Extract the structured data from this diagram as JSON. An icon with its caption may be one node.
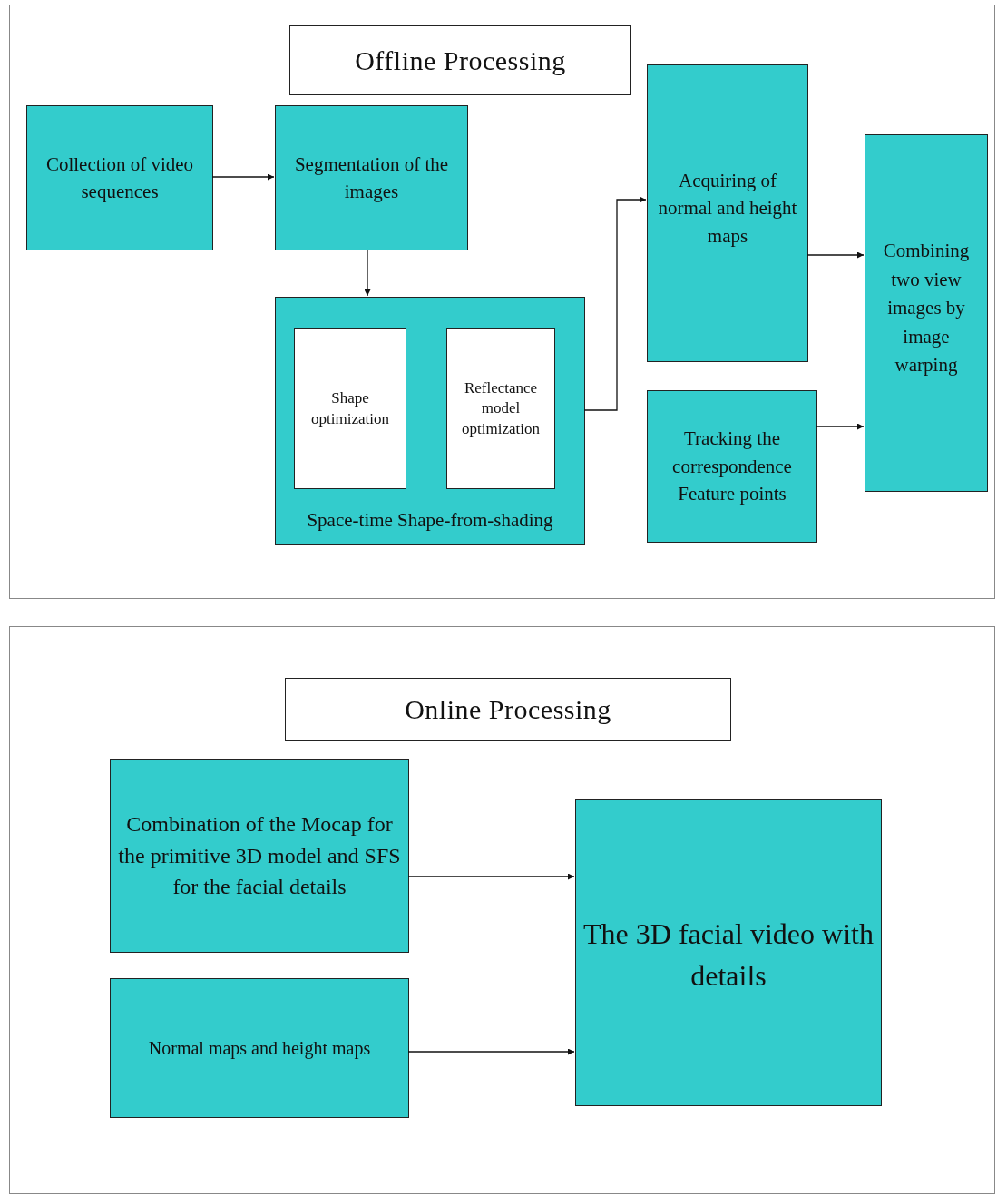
{
  "diagram": {
    "nodes": [
      {
        "text": [],
        "shape": "box"
      },
      {
        "text": [
          "Offline Processing"
        ],
        "in": 0
      },
      {
        "text": [
          "Collection of video sequences"
        ],
        "in": 0
      },
      {
        "text": [
          "Segmentation of  the images"
        ],
        "in": 0
      },
      {
        "text": [
          "Space-time Shape-from-shading"
        ],
        "in": 0
      },
      {
        "text": [
          "Shape optimization"
        ],
        "in": 4
      },
      {
        "text": [
          "Reflectance model optimization"
        ],
        "in": 4
      },
      {
        "text": [
          "Acquiring of normal and height maps"
        ],
        "in": 0
      },
      {
        "text": [
          "Tracking the correspondence Feature points"
        ],
        "in": 0
      },
      {
        "text": [
          "Combining two view images by image warping"
        ],
        "in": 0
      },
      {
        "text": [],
        "shape": "box"
      },
      {
        "text": [
          "Online Processing"
        ],
        "in": 10
      },
      {
        "text": [
          "Combination of the Mocap for the primitive 3D model and SFS for the facial details"
        ],
        "in": 10
      },
      {
        "text": [
          "Normal maps and height maps"
        ],
        "in": 10
      },
      {
        "text": [
          "The 3D facial video with details"
        ],
        "in": 10
      }
    ],
    "edges": [
      {
        "from": 2,
        "to": 3,
        "arrow": "to"
      },
      {
        "from": 3,
        "to": 4,
        "arrow": "to"
      },
      {
        "from": 4,
        "to": 7,
        "arrow": "to"
      },
      {
        "from": 7,
        "to": 9,
        "arrow": "to"
      },
      {
        "from": 8,
        "to": 9,
        "arrow": "to"
      },
      {
        "from": 12,
        "to": 14,
        "arrow": "to"
      },
      {
        "from": 13,
        "to": 14,
        "arrow": "to"
      }
    ]
  }
}
